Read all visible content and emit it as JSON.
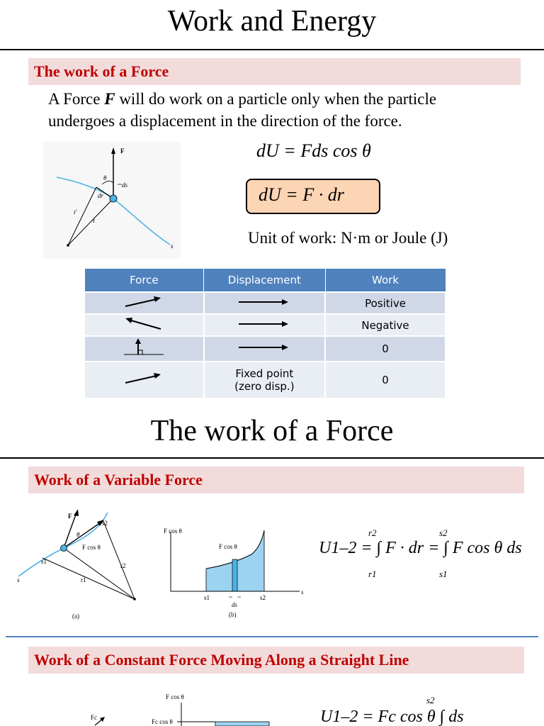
{
  "page_title": "Work and Energy",
  "section1": {
    "band": "The work of a Force",
    "para_a": "A Force ",
    "para_f": "F",
    "para_b": " will do work on a particle only when the particle",
    "para_line2": "undergoes a displacement in the direction of the force.",
    "eq1": "dU = Fds cos θ",
    "eq2": "dU = F · dr",
    "unit": "Unit of work: N·m or Joule (J)",
    "fig_labels": {
      "F": "F",
      "theta": "θ",
      "ds": "ds",
      "dr": "dr",
      "rprime": "r′",
      "r": "r",
      "s": "s"
    }
  },
  "table": {
    "headers": [
      "Force",
      "Displacement",
      "Work"
    ],
    "rows": [
      {
        "work": "Positive"
      },
      {
        "work": "Negative"
      },
      {
        "work": "0"
      },
      {
        "disp_line1": "Fixed point",
        "disp_line2": "(zero disp.)",
        "work": "0"
      }
    ]
  },
  "section2": {
    "title": "The work of a Force",
    "band1": "Work of a Variable Force",
    "eq": "U1–2 = ∫ F · dr = ∫ F cos θ ds",
    "limits": {
      "r2": "r2",
      "r1": "r1",
      "s2": "s2",
      "s1": "s1"
    },
    "fig_a": {
      "F": "F",
      "theta": "θ",
      "Fcos": "F cos θ",
      "s2": "s2",
      "s1": "s1",
      "r2": "r2",
      "r1": "r1",
      "s": "s",
      "caption": "(a)"
    },
    "fig_b": {
      "yaxis": "F cos θ",
      "curve": "F cos θ",
      "s1": "s1",
      "s2": "s2",
      "ds": "ds",
      "s": "s",
      "caption": "(b)"
    },
    "band2": "Work of a Constant Force Moving Along a Straight Line",
    "fig_c": {
      "yaxis": "F cos θ",
      "level": "Fc cos θ",
      "Fc": "Fc"
    },
    "eq3": "U1–2 = Fc cos θ ∫ ds",
    "eq3_limit": "s2"
  }
}
